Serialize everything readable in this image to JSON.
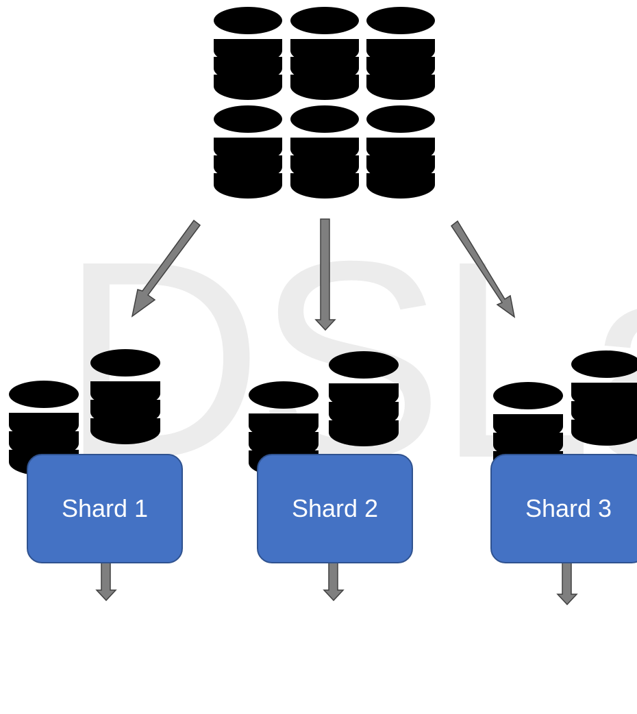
{
  "watermark_text": "DSLat L",
  "colors": {
    "shard_fill": "#4472C4",
    "shard_stroke": "#2F528F",
    "arrow_fill": "#7F7F7F",
    "arrow_stroke": "#404040",
    "database_icon": "#000000"
  },
  "source": {
    "icon": "database-icon",
    "count": 6
  },
  "partitions": [
    {
      "icon": "database-icon",
      "count": 2
    },
    {
      "icon": "database-icon",
      "count": 2
    },
    {
      "icon": "database-icon",
      "count": 2
    }
  ],
  "shards": [
    {
      "label": "Shard 1"
    },
    {
      "label": "Shard 2"
    },
    {
      "label": "Shard 3"
    }
  ]
}
